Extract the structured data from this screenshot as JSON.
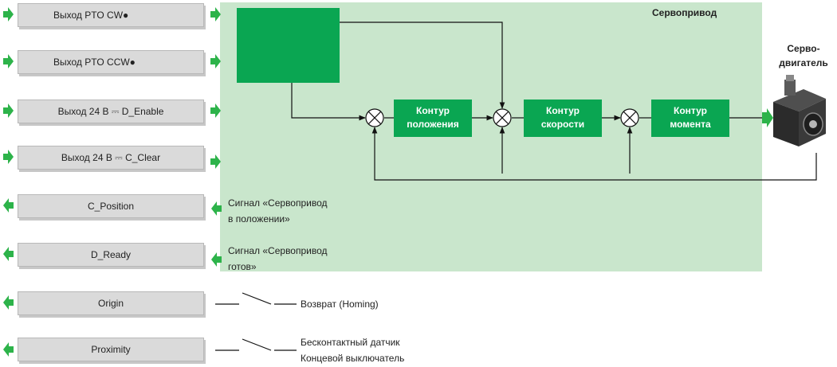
{
  "colors": {
    "accent_green": "#2db34a",
    "block_green": "#0aa652",
    "servo_area": "#c9e6cc",
    "box_gray": "#dadada"
  },
  "signals": {
    "pto_cw": "Выход PTO CW●",
    "pto_ccw": "Выход PTO CCW●",
    "d_enable": "Выход  24 В ⎓ D_Enable",
    "c_clear": "Выход 24 В ⎓ C_Clear",
    "c_position": "C_Position",
    "d_ready": "D_Ready",
    "origin": "Origin",
    "proximity": "Proximity"
  },
  "servo": {
    "title": "Сервопривод",
    "motor_label_1": "Серво-",
    "motor_label_2": "двигатель",
    "pos_loop_1": "Контур",
    "pos_loop_2": "положения",
    "speed_loop_1": "Контур",
    "speed_loop_2": "скорости",
    "torque_loop_1": "Контур",
    "torque_loop_2": "момента"
  },
  "annotations": {
    "in_position_1": "Сигнал «Сервопривод",
    "in_position_2": "в положении»",
    "ready_1": "Сигнал «Сервопривод",
    "ready_2": "готов»",
    "homing": "Возврат (Homing)",
    "proximity_1": "Бесконтактный датчик",
    "proximity_2": "Концевой выключатель"
  }
}
